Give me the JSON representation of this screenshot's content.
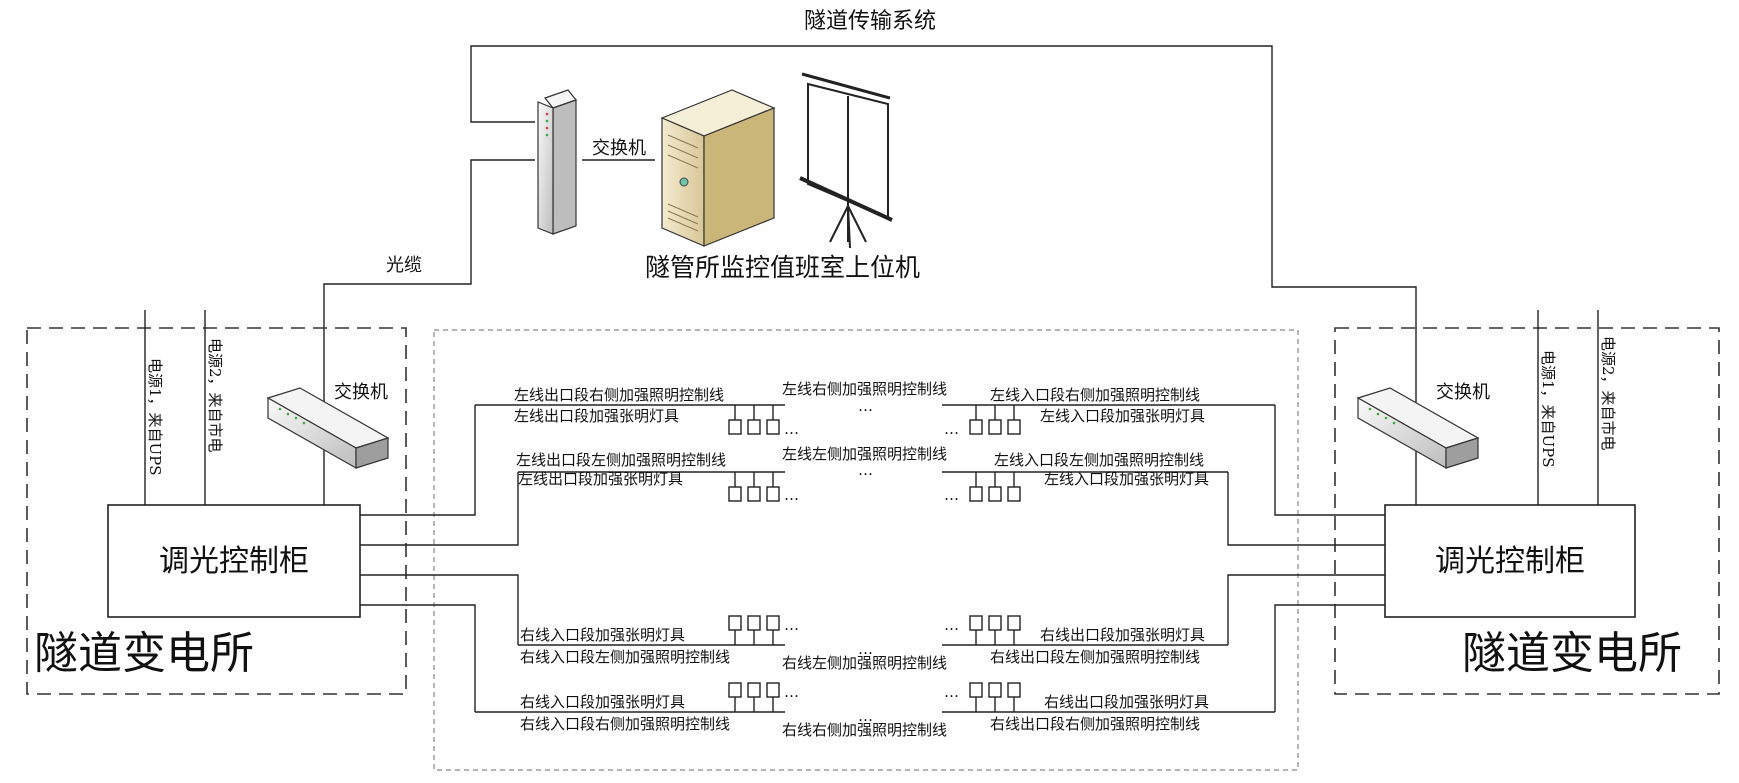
{
  "system_title": "隧道传输系统",
  "host_label": "隧管所监控值班室上位机",
  "top_switch_label": "交换机",
  "fiber_label": "光缆",
  "left_station": {
    "title": "隧道变电所",
    "switch_label": "交换机",
    "cabinet_label": "调光控制柜",
    "power1_label": "电源1，来自UPS",
    "power2_label": "电源2，来自市电"
  },
  "right_station": {
    "title": "隧道变电所",
    "switch_label": "交换机",
    "cabinet_label": "调光控制柜",
    "power1_label": "电源1，来自UPS",
    "power2_label": "电源2，来自市电"
  },
  "lines": {
    "l1": {
      "left_top": "左线出口段右侧加强照明控制线",
      "left_bottom": "左线出口段加强张明灯具",
      "mid": "左线右侧加强照明控制线",
      "right_top": "左线入口段右侧加强照明控制线",
      "right_bottom": "左线入口段加强张明灯具"
    },
    "l2": {
      "left_top": "左线出口段左侧加强照明控制线",
      "left_bottom": "左线出口段加强张明灯具",
      "mid": "左线左侧加强照明控制线",
      "right_top": "左线入口段左侧加强照明控制线",
      "right_bottom": "左线入口段加强张明灯具"
    },
    "l3": {
      "left_top": "右线入口段加强张明灯具",
      "left_bottom": "右线入口段左侧加强照明控制线",
      "mid": "右线左侧加强照明控制线",
      "right_top": "右线出口段加强张明灯具",
      "right_bottom": "右线出口段左侧加强照明控制线"
    },
    "l4": {
      "left_top": "右线入口段加强张明灯具",
      "left_bottom": "右线入口段右侧加强照明控制线",
      "mid": "右线右侧加强照明控制线",
      "right_top": "右线出口段加强张明灯具",
      "right_bottom": "右线出口段右侧加强照明控制线"
    }
  },
  "ellipsis": "…",
  "colors": {
    "line": "#222222",
    "cabinet_fill": "#ffffff",
    "server_body": "#e8dcb4",
    "switch_body": "#e6e6e6"
  }
}
